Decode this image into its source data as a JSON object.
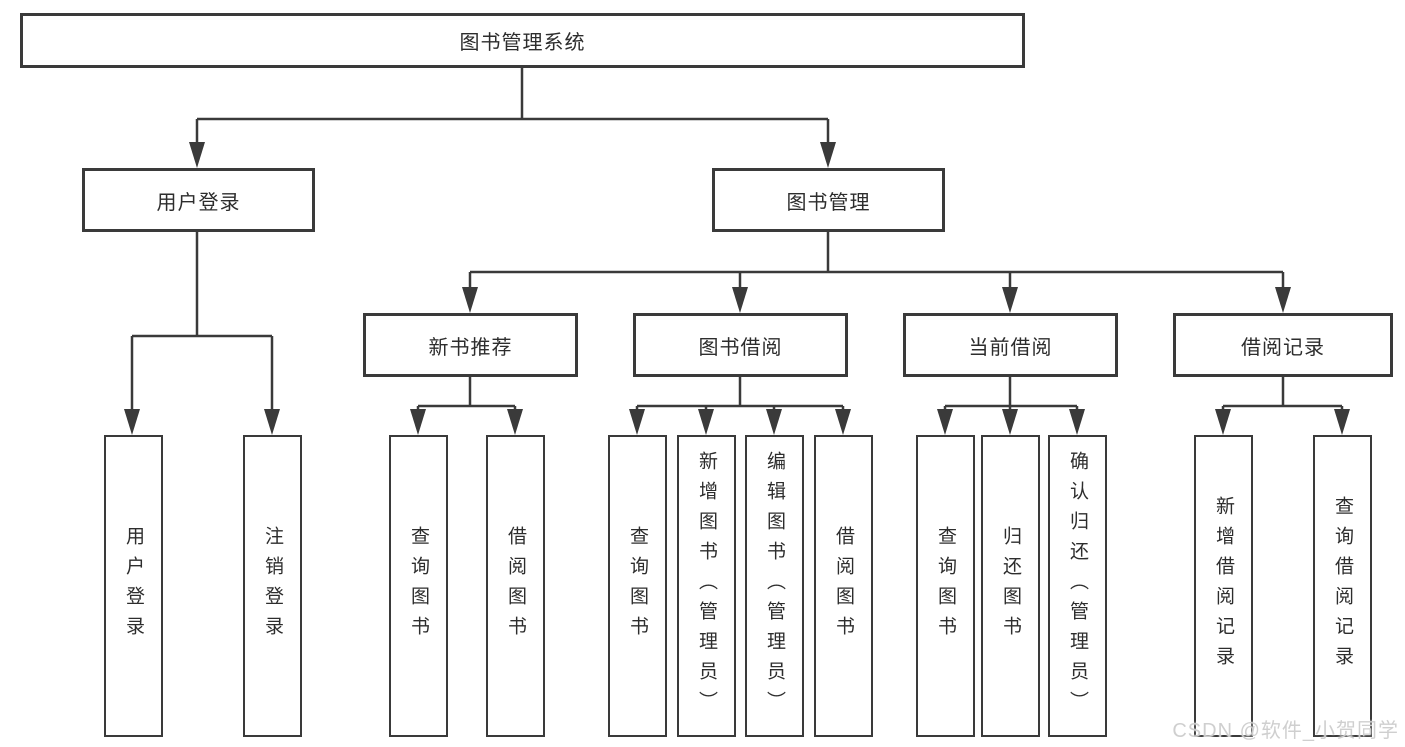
{
  "title": "图书管理系统",
  "tree": {
    "label": "图书管理系统",
    "children": [
      {
        "label": "用户登录",
        "children": [
          {
            "label": "用户登录"
          },
          {
            "label": "注销登录"
          }
        ]
      },
      {
        "label": "图书管理",
        "children": [
          {
            "label": "新书推荐",
            "children": [
              {
                "label": "查询图书"
              },
              {
                "label": "借阅图书"
              }
            ]
          },
          {
            "label": "图书借阅",
            "children": [
              {
                "label": "查询图书"
              },
              {
                "label": "新增图书（管理员）"
              },
              {
                "label": "编辑图书（管理员）"
              },
              {
                "label": "借阅图书"
              }
            ]
          },
          {
            "label": "当前借阅",
            "children": [
              {
                "label": "查询图书"
              },
              {
                "label": "归还图书"
              },
              {
                "label": "确认归还（管理员）"
              }
            ]
          },
          {
            "label": "借阅记录",
            "children": [
              {
                "label": "新增借阅记录"
              },
              {
                "label": "查询借阅记录"
              }
            ]
          }
        ]
      }
    ]
  },
  "watermark": {
    "text": "CSDN @软件_小贺同学"
  },
  "colors": {
    "background": "#ffffff",
    "line": "#3a3a3a",
    "box_border": "#3a3a3a",
    "box_fill": "#ffffff",
    "text": "#2d2d2d",
    "watermark": "#cccccc"
  }
}
